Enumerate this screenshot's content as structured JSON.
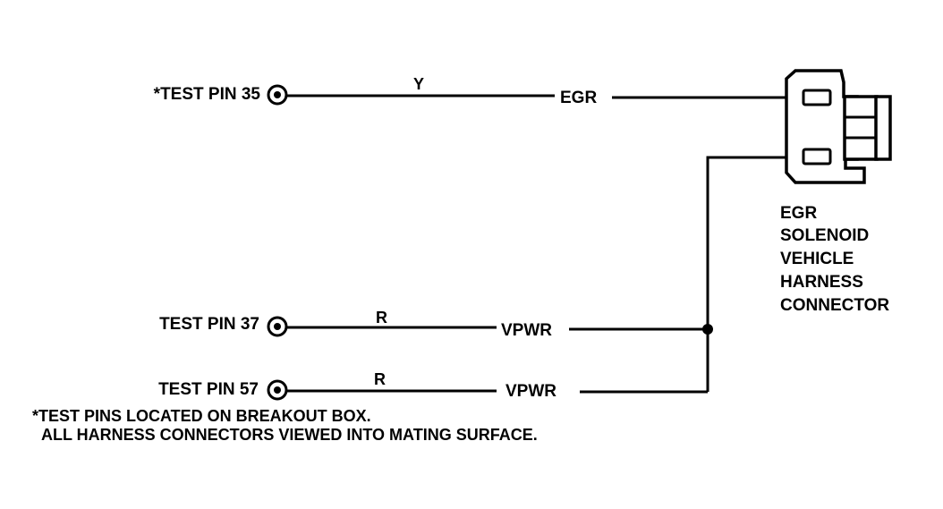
{
  "pins": [
    {
      "label": "*TEST PIN 35",
      "wire_color": "Y",
      "signal": "EGR"
    },
    {
      "label": "TEST PIN 37",
      "wire_color": "R",
      "signal": "VPWR"
    },
    {
      "label": "TEST PIN 57",
      "wire_color": "R",
      "signal": "VPWR"
    }
  ],
  "connector": {
    "lines": [
      "EGR",
      "SOLENOID",
      "VEHICLE",
      "HARNESS",
      "CONNECTOR"
    ]
  },
  "notes": [
    "*TEST PINS LOCATED ON BREAKOUT BOX.",
    "ALL HARNESS CONNECTORS VIEWED INTO MATING SURFACE."
  ]
}
